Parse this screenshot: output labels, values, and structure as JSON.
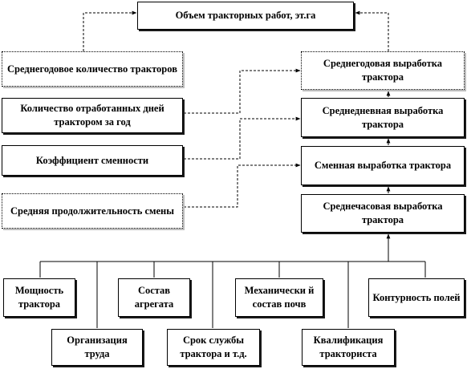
{
  "diagram": {
    "title": "Объем тракторных работ, эт.га",
    "left_column": [
      "Среднегодовое количество тракторов",
      "Количество отработанных дней трактором за год",
      "Коэффициент сменности",
      "Средняя продолжительность смены"
    ],
    "right_column": [
      "Среднегодовая выработка трактора",
      "Среднедневная выработка трактора",
      "Сменная выработка трактора",
      "Среднечасовая выработка трактора"
    ],
    "factors_row1": [
      "Мощность трактора",
      "Состав агрегата",
      "Механически й состав почв",
      "Контурность полей"
    ],
    "factors_row2": [
      "Организация труда",
      "Срок службы трактора и т.д.",
      "Квалификация тракториста"
    ]
  }
}
